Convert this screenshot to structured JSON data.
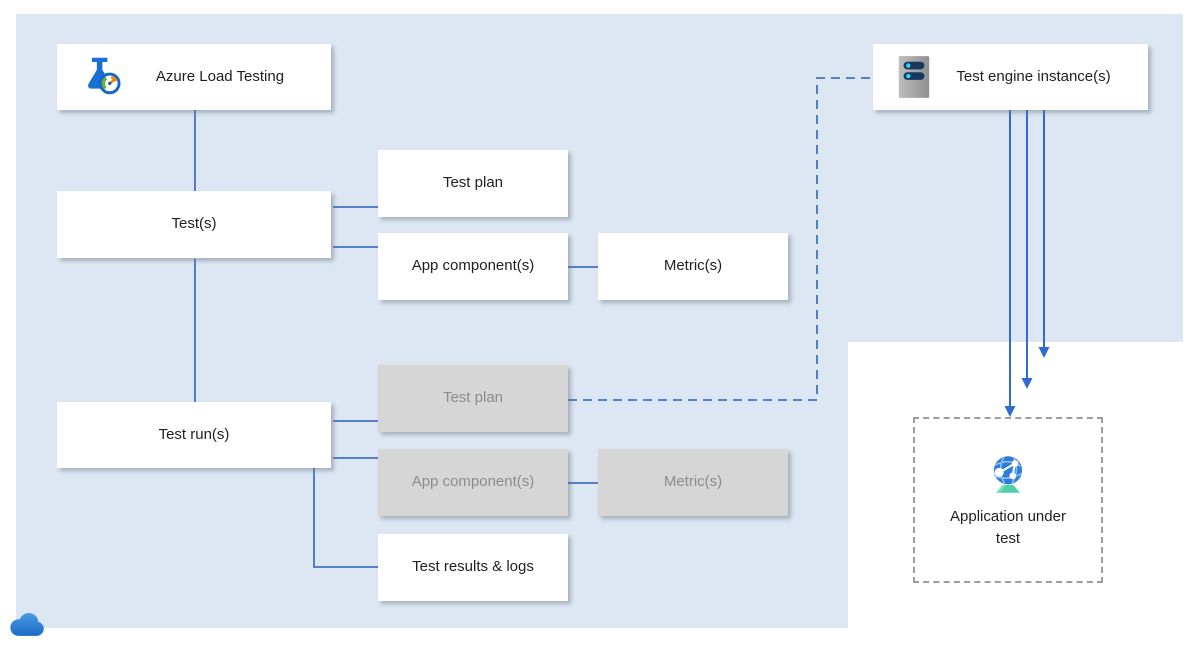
{
  "diagram": {
    "title": "Azure Load Testing architecture diagram",
    "nodes": {
      "azure_load_testing": {
        "label": "Azure Load Testing",
        "icon": "load-testing-flask-gauge-icon"
      },
      "tests": {
        "label": "Test(s)"
      },
      "test_runs": {
        "label": "Test run(s)"
      },
      "test_plan": {
        "label": "Test plan"
      },
      "app_components": {
        "label": "App component(s)"
      },
      "metrics": {
        "label": "Metric(s)"
      },
      "test_plan_run": {
        "label": "Test plan"
      },
      "app_components_run": {
        "label": "App component(s)"
      },
      "metrics_run": {
        "label": "Metric(s)"
      },
      "test_results": {
        "label": "Test results & logs"
      },
      "test_engine": {
        "label": "Test engine instance(s)",
        "icon": "server-icon"
      },
      "app_under_test": {
        "label": "Application under test",
        "icon": "globe-network-icon"
      }
    },
    "icons": [
      "load-testing-flask-gauge-icon",
      "server-icon",
      "globe-network-icon",
      "cloud-icon"
    ],
    "colors": {
      "canvas_background": "#dce7f3",
      "notch_background": "#ffffff",
      "connector_blue": "#4472c4",
      "arrow_blue": "#2f6bd0",
      "dashed_connector_blue": "#4472c4",
      "white_box": "#ffffff",
      "gray_box": "#d6d6d6",
      "gray_box_text": "#8c8c8c",
      "box_text": "#1f1f1f",
      "dashed_border_gray": "#9d9d9d",
      "flask_blue": "#1a6fd4",
      "gauge_green": "#63b32e",
      "gauge_orange": "#f08c1e",
      "server_bar_navy": "#17395f",
      "server_dot_cyan": "#35d5f2",
      "globe_blue": "#2e7cd9",
      "globe_base_teal": "#4fcfa9",
      "cloud_blue": "#2b7fd4"
    }
  }
}
